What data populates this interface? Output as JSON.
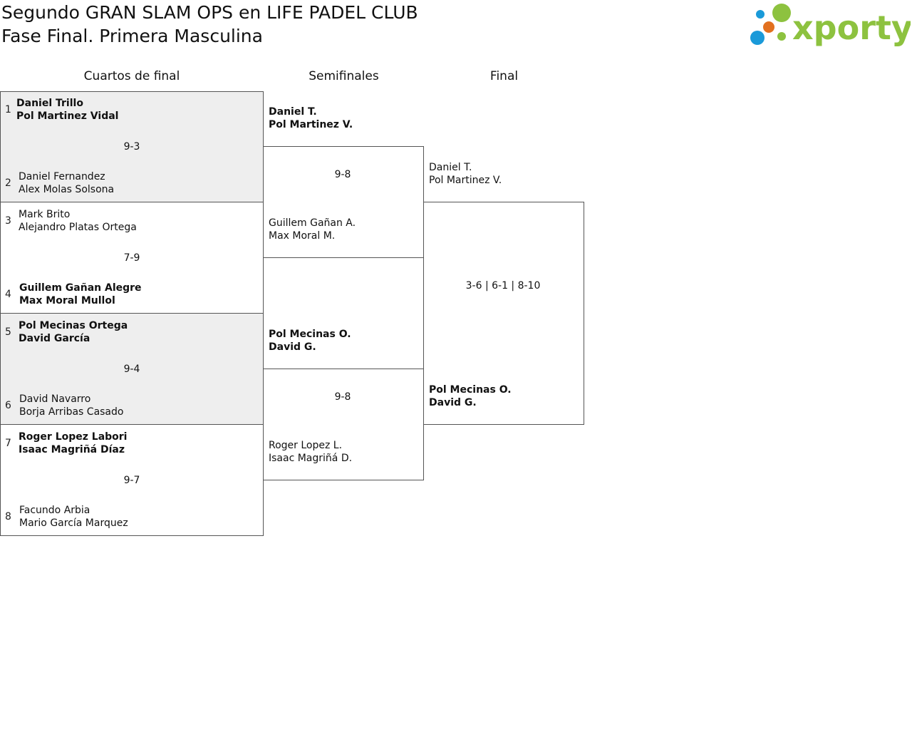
{
  "header": {
    "title_line1": "Segundo GRAN SLAM OPS en LIFE PADEL CLUB",
    "title_line2": "Fase Final. Primera Masculina"
  },
  "logo": {
    "text": "xporty",
    "dot_colors": [
      "#1a9ad9",
      "#8dc23f",
      "#e2701f",
      "#1a9ad9",
      "#8dc23f"
    ],
    "text_color": "#8dc23f"
  },
  "rounds": {
    "quarterfinals": "Cuartos de final",
    "semifinals": "Semifinales",
    "final": "Final"
  },
  "quarterfinals": [
    {
      "score": "9-3",
      "top": {
        "seed": "1",
        "p1": "Daniel Trillo",
        "p2": "Pol Martinez Vidal",
        "winner": true
      },
      "bottom": {
        "seed": "2",
        "p1": "Daniel Fernandez",
        "p2": "Alex Molas Solsona",
        "winner": false
      }
    },
    {
      "score": "7-9",
      "top": {
        "seed": "3",
        "p1": "Mark Brito",
        "p2": "Alejandro Platas Ortega",
        "winner": false
      },
      "bottom": {
        "seed": "4",
        "p1": "Guillem Gañan Alegre",
        "p2": "Max Moral Mullol",
        "winner": true
      }
    },
    {
      "score": "9-4",
      "top": {
        "seed": "5",
        "p1": "Pol Mecinas Ortega",
        "p2": "David García",
        "winner": true
      },
      "bottom": {
        "seed": "6",
        "p1": "David Navarro",
        "p2": "Borja Arribas Casado",
        "winner": false
      }
    },
    {
      "score": "9-7",
      "top": {
        "seed": "7",
        "p1": "Roger Lopez Labori",
        "p2": "Isaac Magriñá Díaz",
        "winner": true
      },
      "bottom": {
        "seed": "8",
        "p1": "Facundo Arbia",
        "p2": "Mario García Marquez",
        "winner": false
      }
    }
  ],
  "semifinals": [
    {
      "score": "9-8",
      "top": {
        "p1": "Daniel T.",
        "p2": "Pol Martinez V.",
        "winner": true
      },
      "bottom": {
        "p1": "Guillem Gañan A.",
        "p2": "Max Moral M.",
        "winner": false
      }
    },
    {
      "score": "9-8",
      "top": {
        "p1": "Pol Mecinas O.",
        "p2": "David G.",
        "winner": true
      },
      "bottom": {
        "p1": "Roger Lopez L.",
        "p2": "Isaac Magriñá D.",
        "winner": false
      }
    }
  ],
  "final": {
    "score": "3-6 | 6-1 | 8-10",
    "top": {
      "p1": "Daniel T.",
      "p2": "Pol Martinez V.",
      "winner": false
    },
    "bottom": {
      "p1": "Pol Mecinas O.",
      "p2": "David G.",
      "winner": true
    }
  }
}
